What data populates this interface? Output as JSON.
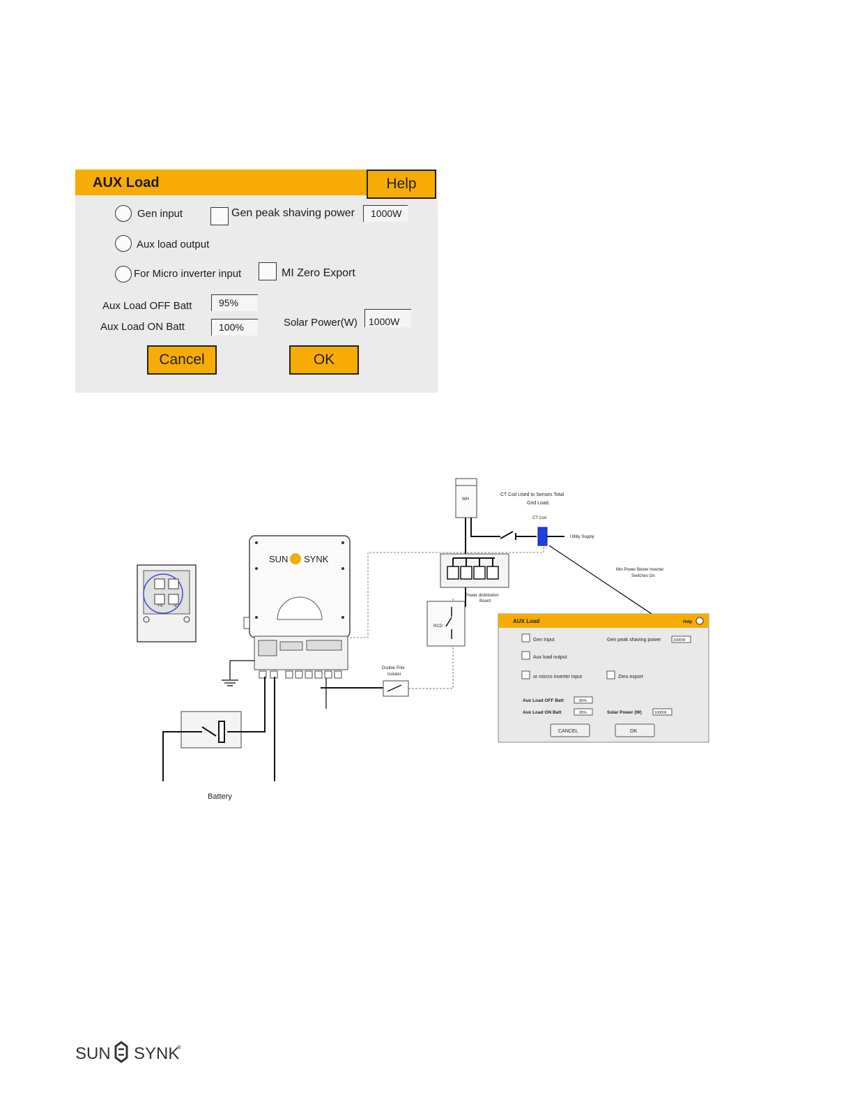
{
  "aux_panel": {
    "title": "AUX Load",
    "help_label": "Help",
    "gen_input_label": "Gen input",
    "gen_peak_shaving_label": "Gen peak shaving power",
    "gen_peak_shaving_value": "1000W",
    "aux_load_output_label": "Aux load output",
    "micro_inverter_label": "For Micro inverter input",
    "mi_zero_export_label": "MI Zero Export",
    "aux_off_batt_label": "Aux Load OFF Batt",
    "aux_off_batt_value": "95%",
    "aux_on_batt_label": "Aux Load ON Batt",
    "aux_on_batt_value": "100%",
    "solar_power_label": "Solar Power(W)",
    "solar_power_value": "1000W",
    "cancel_label": "Cancel",
    "ok_label": "OK"
  },
  "diagram": {
    "inverter_brand_left": "SUN",
    "inverter_brand_right": "SYNK",
    "terminal_pos": "+V.",
    "terminal_neg": "-V.",
    "wh_label": "WH",
    "ct_note_line1": "CT Coil Used to Senses Total",
    "ct_note_line2": "Grid Load.",
    "ct_coil_label": "CT Coil",
    "utility_label": "Utility Supply",
    "min_power_line1": "Min Power Below Inverter",
    "min_power_line2": "Switches On",
    "pdb_line1": "Power distribution",
    "pdb_line2": "Board",
    "rcd_label": "RCD",
    "isolator_line1": "Double Pole",
    "isolator_line2": "Isolator",
    "battery_label": "Battery",
    "mini_panel": {
      "title": "AUX Load",
      "help": "Help",
      "gen_input": "Gen Input",
      "gen_peak": "Gen peak shaving power",
      "gen_peak_value": "1000W",
      "aux_output": "Aux load output",
      "micro": "or mircro inverter input",
      "zero_export": "Zero export",
      "off_batt": "Aux Load OFF Batt",
      "off_value": "95%",
      "on_batt": "Aux Load ON Batt",
      "on_value": "95%",
      "solar": "Solar Power (W)",
      "solar_value": "1000W",
      "cancel": "CANCEL",
      "ok": "OK"
    }
  },
  "footer": {
    "brand_left": "SUN",
    "brand_right": "SYNK",
    "registered": "®"
  },
  "colors": {
    "accent": "#f7ab05",
    "panel_bg": "#ebebeb",
    "ct_coil": "#1f3fe0"
  }
}
